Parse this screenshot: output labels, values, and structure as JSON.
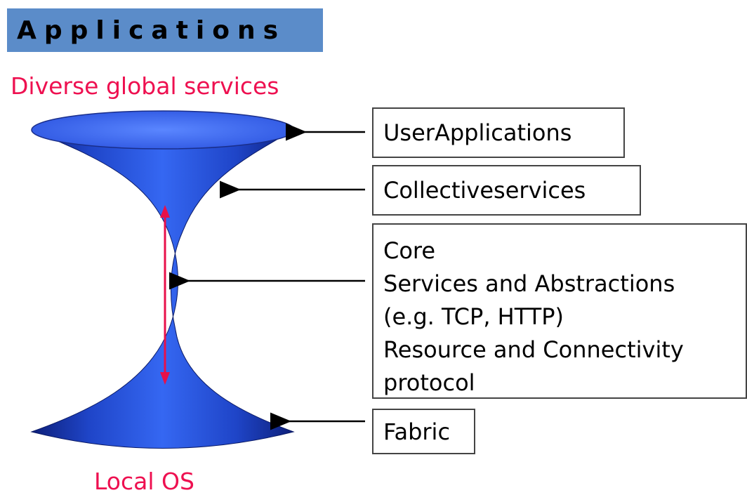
{
  "title": "Applications",
  "top_label": "Diverse global services",
  "bottom_label": "Local OS",
  "layers": [
    {
      "lines": [
        "UserApplications"
      ]
    },
    {
      "lines": [
        "Collectiveservices"
      ]
    },
    {
      "lines": [
        "Core",
        "Services and Abstractions",
        "(e.g. TCP, HTTP)",
        "Resource and Connectivity",
        "protocol"
      ]
    },
    {
      "lines": [
        "Fabric"
      ]
    }
  ],
  "colors": {
    "title_bar": "#5b8cc9",
    "label_red": "#ee1050",
    "hourglass_blue": "#2f5fe0",
    "arrow_red": "#e8104a"
  }
}
